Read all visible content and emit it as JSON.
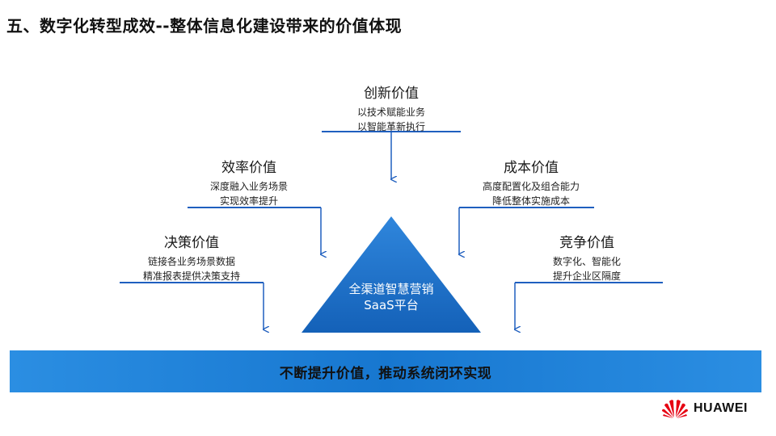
{
  "title": "五、数字化转型成效--整体信息化建设带来的价值体现",
  "values": {
    "innovation": {
      "name": "创新价值",
      "lines": [
        "以技术赋能业务",
        "以智能革新执行"
      ]
    },
    "efficiency": {
      "name": "效率价值",
      "lines": [
        "深度融入业务场景",
        "实现效率提升"
      ]
    },
    "cost": {
      "name": "成本价值",
      "lines": [
        "高度配置化及组合能力",
        "降低整体实施成本"
      ]
    },
    "decision": {
      "name": "决策价值",
      "lines": [
        "链接各业务场景数据",
        "精准报表提供决策支持"
      ]
    },
    "competition": {
      "name": "竞争价值",
      "lines": [
        "数字化、智能化",
        "提升企业区隔度"
      ]
    }
  },
  "platform": {
    "line1": "全渠道智慧营销",
    "line2": "SaaS平台"
  },
  "banner": "不断提升价值，推动系统闭环实现",
  "brand": {
    "name": "HUAWEI",
    "color": "#e60012"
  },
  "colors": {
    "accent": "#1e7fd6",
    "triangle": "#1b6fc4",
    "line": "#1f5fbf"
  }
}
